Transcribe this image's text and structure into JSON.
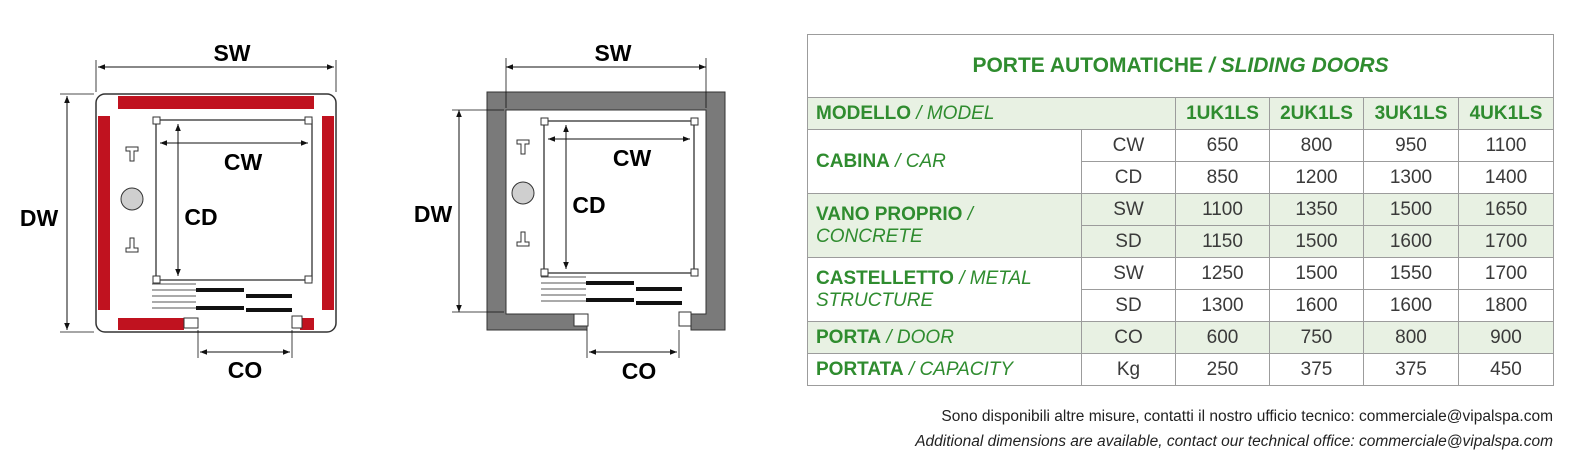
{
  "diagrams": {
    "red": {
      "sw": "SW",
      "dw": "DW",
      "cw": "CW",
      "cd": "CD",
      "co": "CO"
    },
    "grey": {
      "sw": "SW",
      "dw": "DW",
      "cw": "CW",
      "cd": "CD",
      "co": "CO"
    },
    "colors": {
      "red_wall": "#c0121f",
      "grey_wall": "#7a7a7a"
    }
  },
  "table": {
    "title_it": "PORTE AUTOMATICHE",
    "title_sep": " / ",
    "title_en": "SLIDING DOORS",
    "model_label_it": "MODELLO",
    "model_label_en": " / MODEL",
    "models": [
      "1UK1LS",
      "2UK1LS",
      "3UK1LS",
      "4UK1LS"
    ],
    "groups": [
      {
        "label_it": "CABINA",
        "label_en": " / CAR",
        "rows": [
          {
            "param": "CW",
            "values": [
              "650",
              "800",
              "950",
              "1100"
            ]
          },
          {
            "param": "CD",
            "values": [
              "850",
              "1200",
              "1300",
              "1400"
            ]
          }
        ]
      },
      {
        "label_it": "VANO PROPRIO",
        "label_en": " / CONCRETE",
        "rows": [
          {
            "param": "SW",
            "values": [
              "1100",
              "1350",
              "1500",
              "1650"
            ]
          },
          {
            "param": "SD",
            "values": [
              "1150",
              "1500",
              "1600",
              "1700"
            ]
          }
        ]
      },
      {
        "label_it": "CASTELLETTO",
        "label_en": " / METAL STRUCTURE",
        "rows": [
          {
            "param": "SW",
            "values": [
              "1250",
              "1500",
              "1550",
              "1700"
            ]
          },
          {
            "param": "SD",
            "values": [
              "1300",
              "1600",
              "1600",
              "1800"
            ]
          }
        ]
      },
      {
        "label_it": "PORTA",
        "label_en": " / DOOR",
        "rows": [
          {
            "param": "CO",
            "values": [
              "600",
              "750",
              "800",
              "900"
            ]
          }
        ]
      },
      {
        "label_it": "PORTATA",
        "label_en": " / CAPACITY",
        "rows": [
          {
            "param": "Kg",
            "values": [
              "250",
              "375",
              "375",
              "450"
            ]
          }
        ]
      }
    ],
    "accent_color": "#2f8c2f",
    "shade_color": "#e8f1e3"
  },
  "footer": {
    "note_it": "Sono disponibili altre misure, contatti il nostro ufficio tecnico: commerciale@vipalspa.com",
    "note_en": "Additional dimensions are available, contact our technical office: commerciale@vipalspa.com"
  }
}
